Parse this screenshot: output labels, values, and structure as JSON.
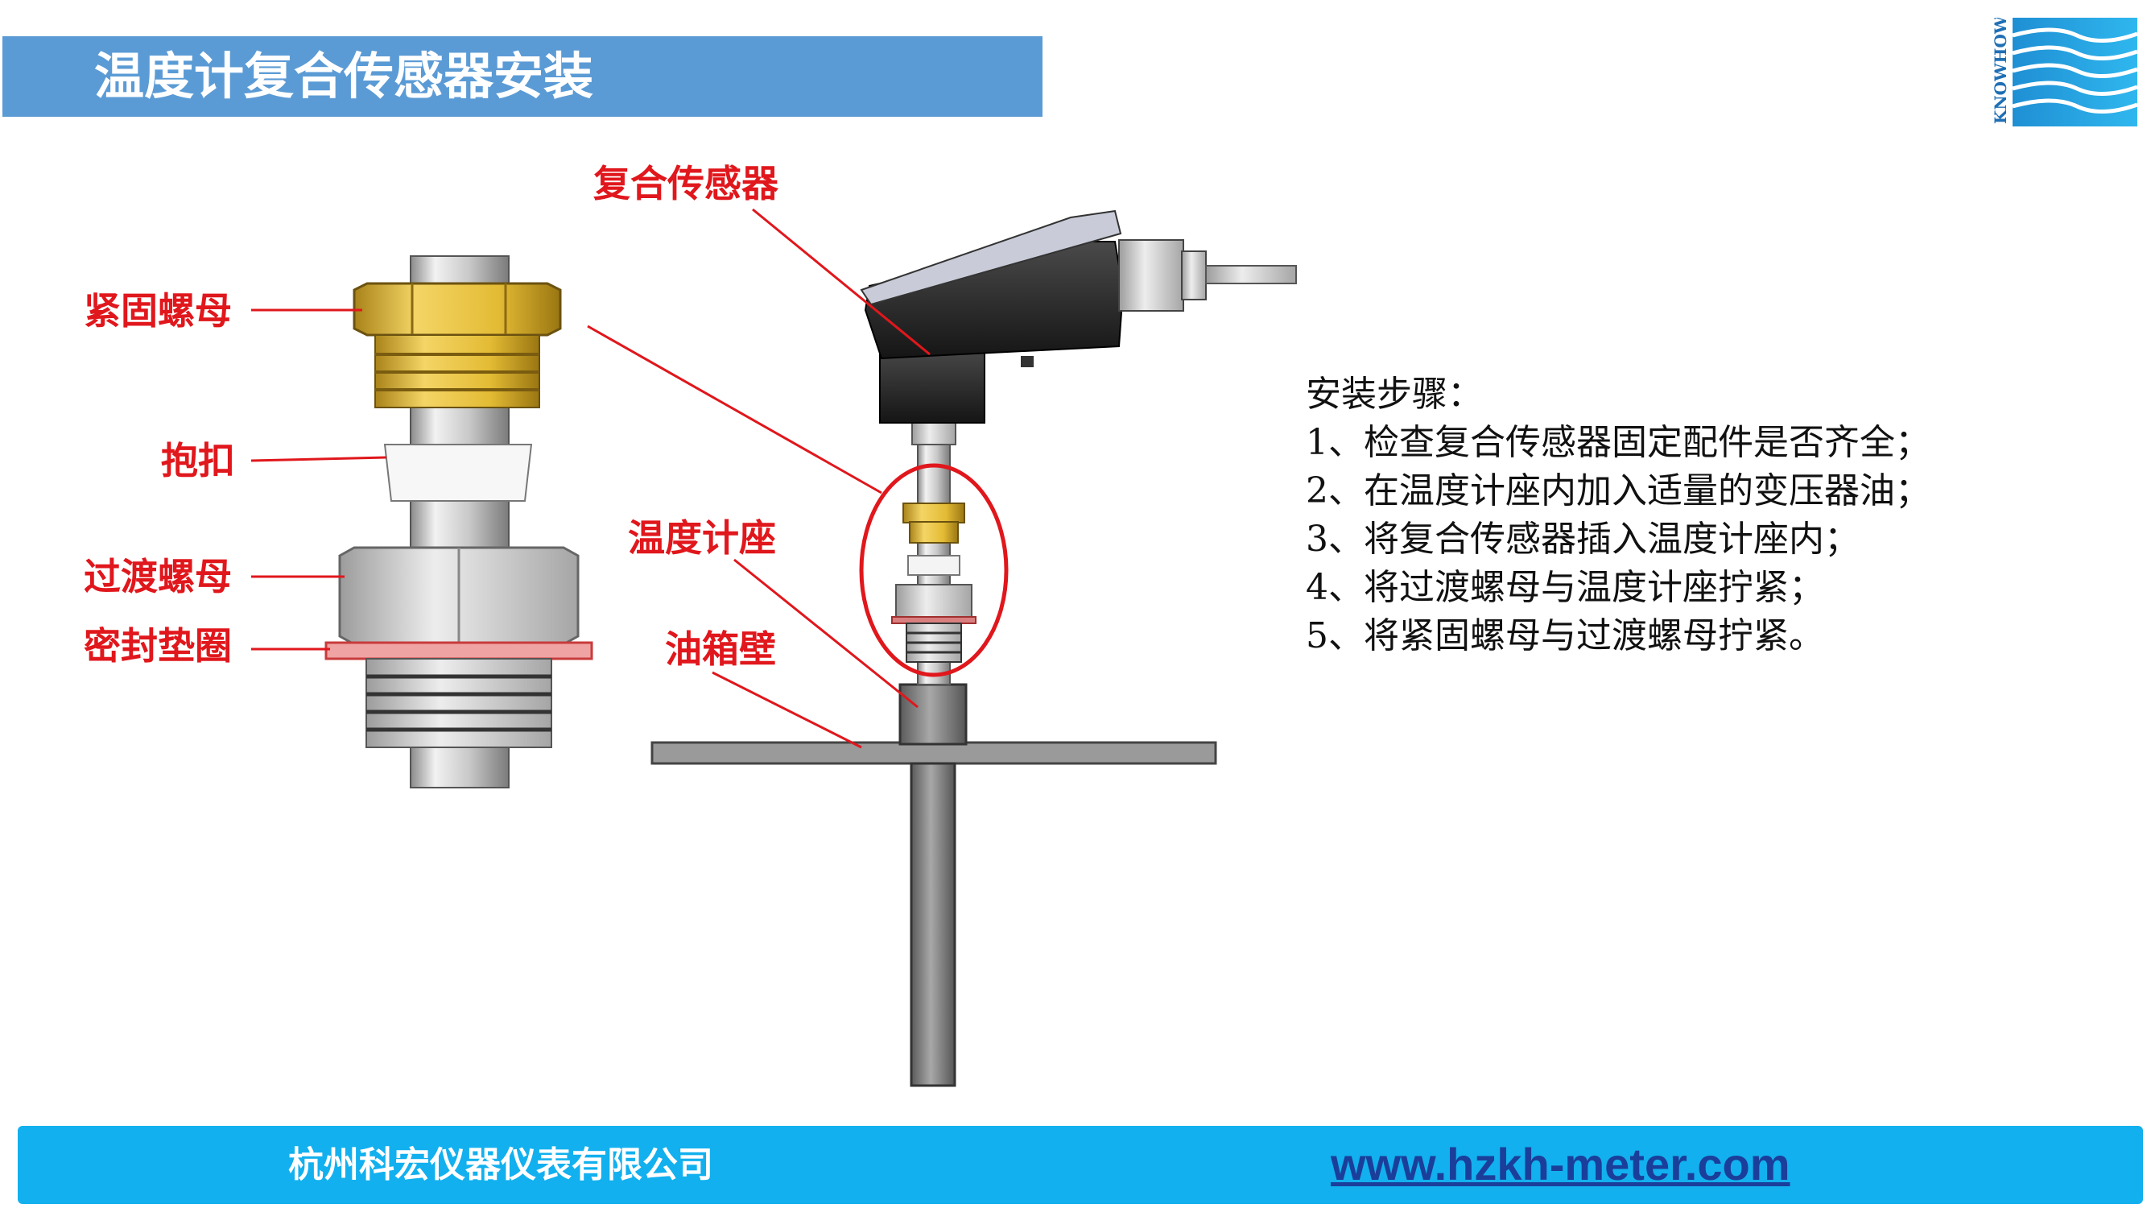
{
  "header": {
    "title": "温度计复合传感器安装"
  },
  "logo": {
    "text": "KNOWHOW"
  },
  "labels": {
    "tight_nut": "紧固螺母",
    "clip": "抱扣",
    "transition_nut": "过渡螺母",
    "seal_ring": "密封垫圈",
    "sensor": "复合传感器",
    "thermo_seat": "温度计座",
    "tank_wall": "油箱壁"
  },
  "steps": {
    "title": "安装步骤：",
    "items": [
      "1、检查复合传感器固定配件是否齐全；",
      "2、在温度计座内加入适量的变压器油；",
      "3、将复合传感器插入温度计座内；",
      "4、将过渡螺母与温度计座拧紧；",
      "5、将紧固螺母与过渡螺母拧紧。"
    ]
  },
  "footer": {
    "company": "杭州科宏仪器仪表有限公司",
    "website": "www.hzkh-meter.com"
  },
  "colors": {
    "title_bar": "#5b9bd5",
    "footer_bar": "#12b0ee",
    "label_red": "#e0171c",
    "brass": "#d9b12a",
    "link_blue": "#1a3e9a"
  }
}
